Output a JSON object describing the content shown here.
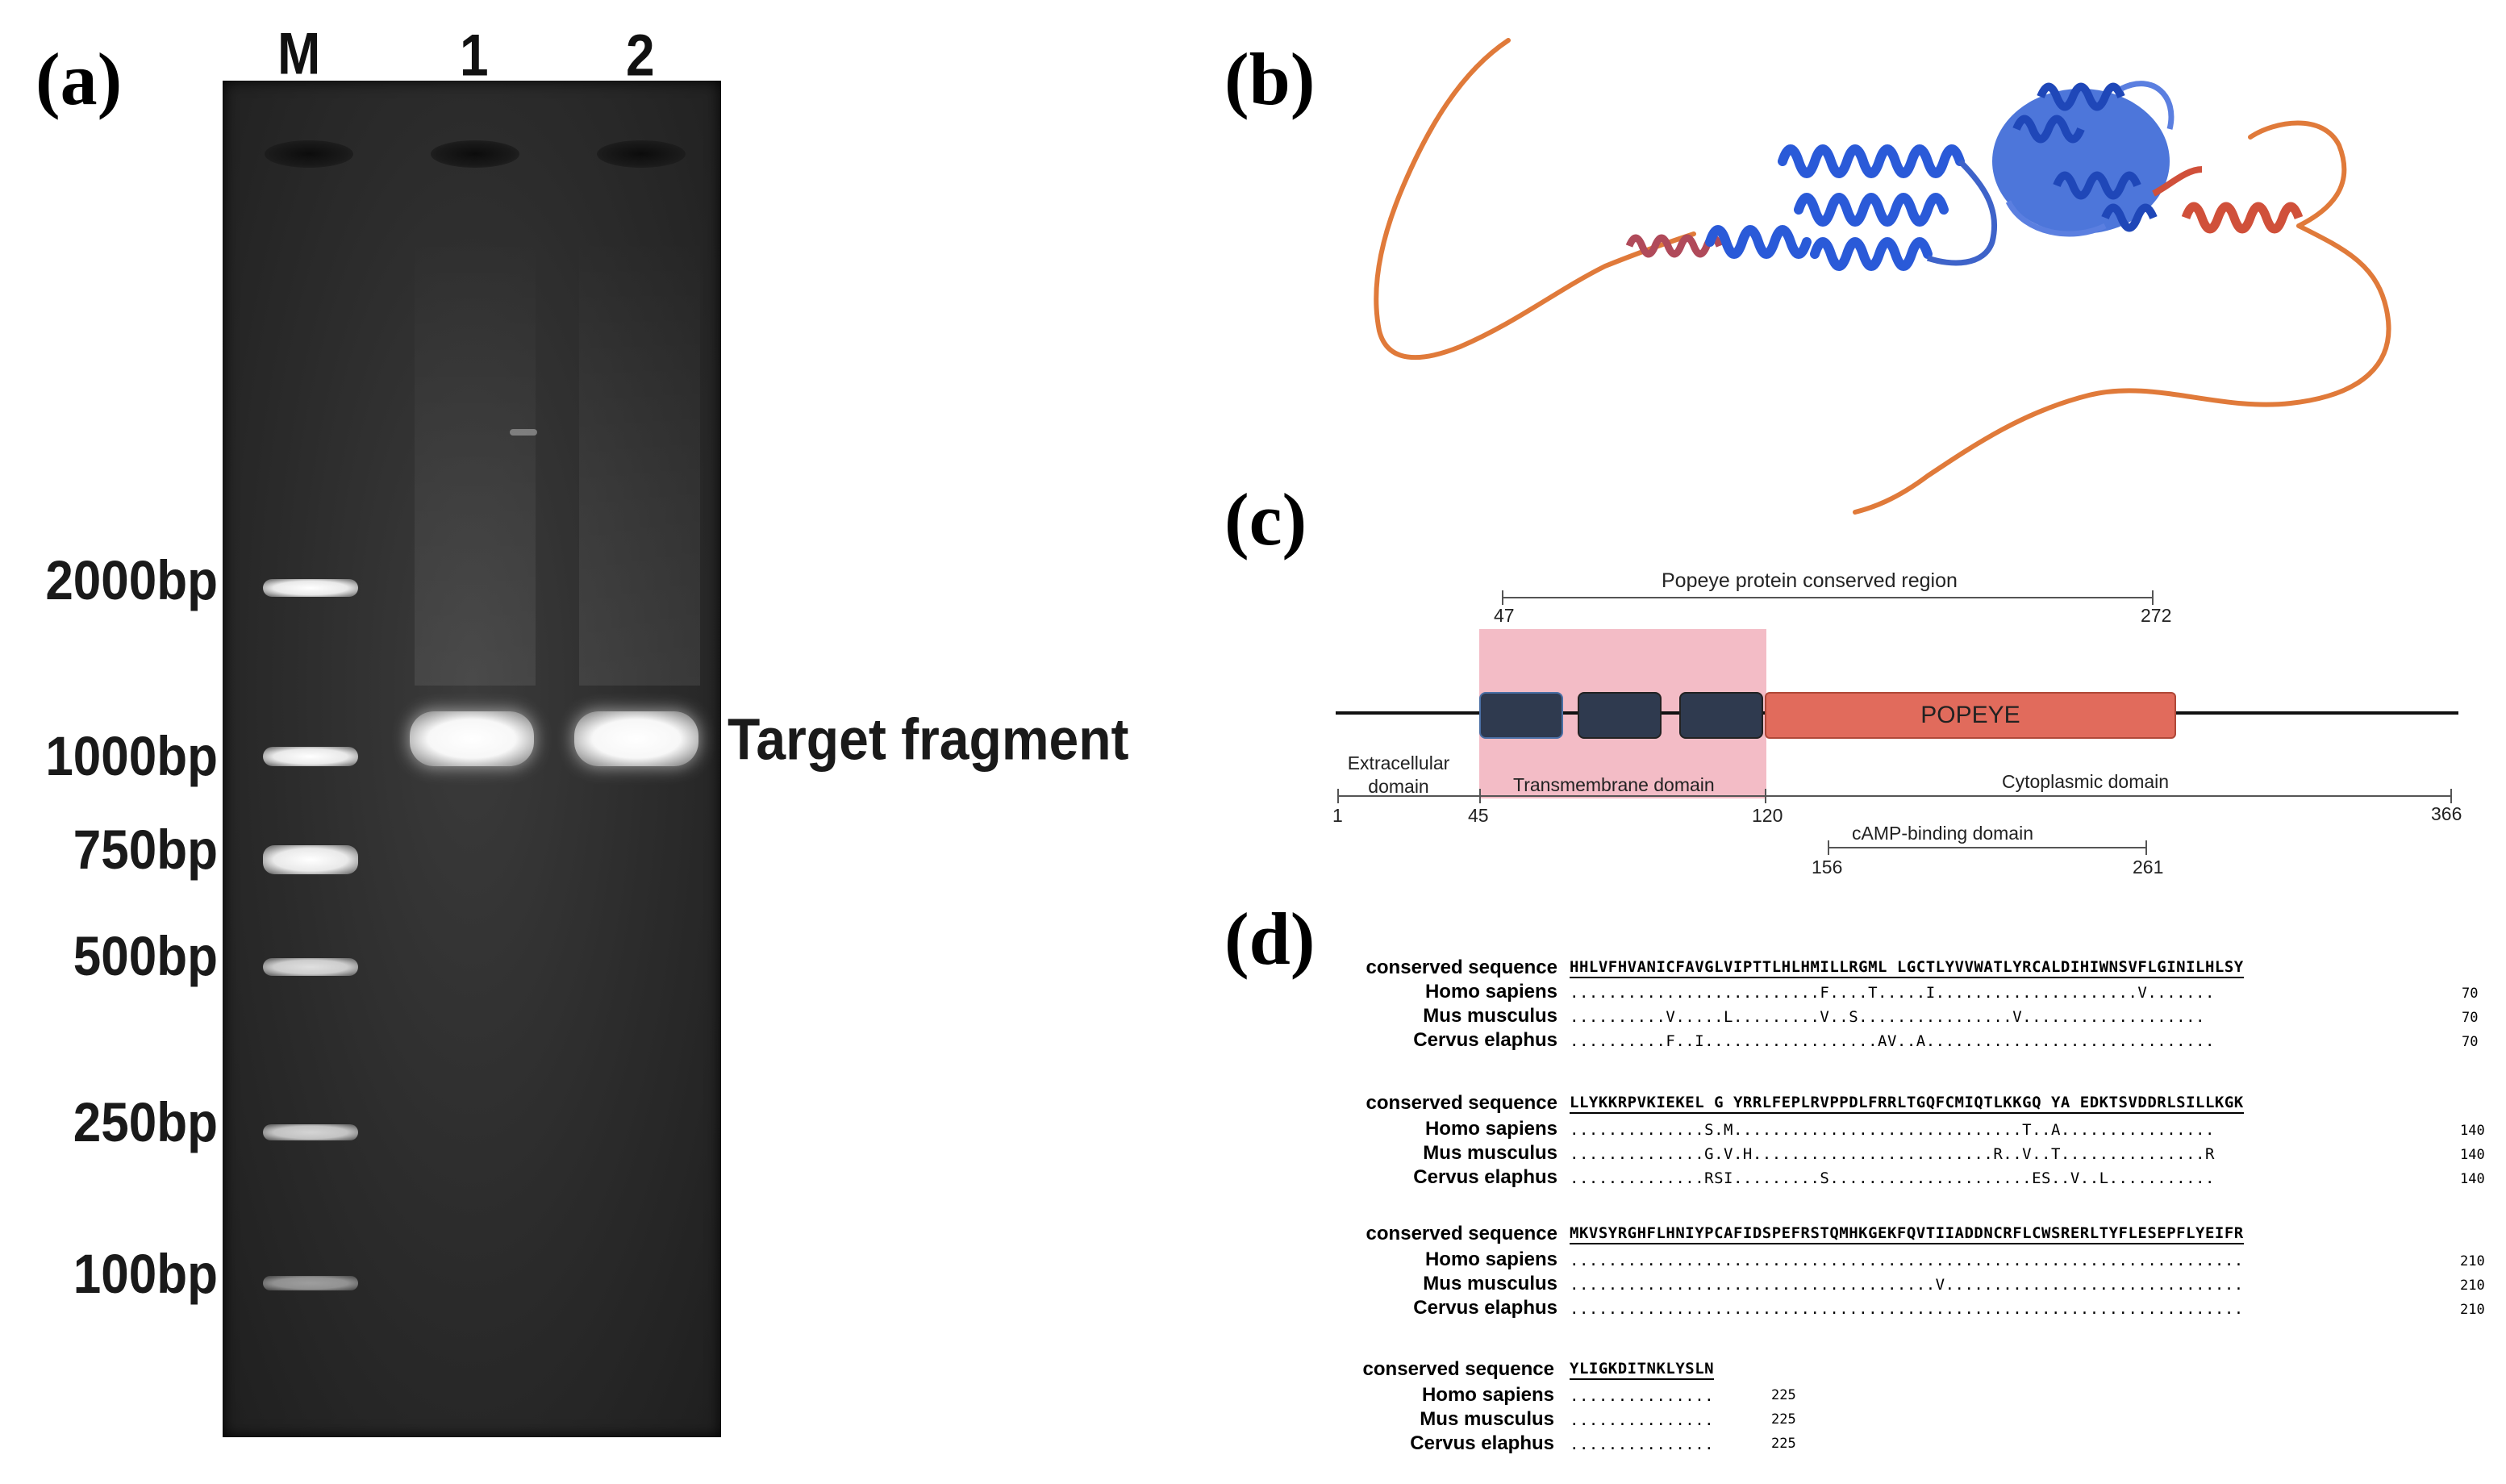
{
  "panels": {
    "a": "(a)",
    "b": "(b)",
    "c": "(c)",
    "d": "(d)"
  },
  "gel": {
    "lanes": [
      "M",
      "1",
      "2"
    ],
    "ladder": [
      "2000bp",
      "1000bp",
      "750bp",
      "500bp",
      "250bp",
      "100bp"
    ],
    "target_label": "Target fragment"
  },
  "domains": {
    "conserved_region_label": "Popeye protein conserved region",
    "conserved_start": "47",
    "conserved_end": "272",
    "domain_name": "POPEYE",
    "extracellular_label": "Extracellular domain",
    "extracellular_line1": "Extracellular",
    "extracellular_line2": "domain",
    "transmembrane_label": "Transmembrane domain",
    "cytoplasmic_label": "Cytoplasmic domain",
    "positions": [
      "1",
      "45",
      "120",
      "366"
    ],
    "camp_label": "cAMP-binding domain",
    "camp_start": "156",
    "camp_end": "261",
    "colors": {
      "transmembrane_bg": "#f3bcc6",
      "popeye_fill": "#e16b5c",
      "helix_fill": "#2f3a4f"
    }
  },
  "alignment": {
    "blocks": [
      {
        "rows": [
          {
            "name": "conserved sequence",
            "seq": "HHLVFHVANICFAVGLVIPTTLHLHMILLRGML LGCTLYVVWATLYRCALDIHIWNSVFLGINILHLSY",
            "num": ""
          },
          {
            "name": "Homo sapiens",
            "seq": "..........................F....T.....I.....................V.......",
            "num": "70"
          },
          {
            "name": "Mus musculus",
            "seq": "..........V.....L.........V..S................V...................",
            "num": "70"
          },
          {
            "name": "Cervus elaphus",
            "seq": "..........F..I..................AV..A..............................",
            "num": "70"
          }
        ]
      },
      {
        "rows": [
          {
            "name": "conserved sequence",
            "seq": "LLYKKRPVKIEKEL G YRRLFEPLRVPPDLFRRLTGQFCMIQTLKKGQ YA EDKTSVDDRLSILLKGK",
            "num": ""
          },
          {
            "name": "Homo sapiens",
            "seq": "..............S.M..............................T..A................",
            "num": "140"
          },
          {
            "name": "Mus musculus",
            "seq": "..............G.V.H.........................R..V..T...............R",
            "num": "140"
          },
          {
            "name": "Cervus elaphus",
            "seq": "..............RSI.........S.....................ES..V..L...........",
            "num": "140"
          }
        ]
      },
      {
        "rows": [
          {
            "name": "conserved sequence",
            "seq": "MKVSYRGHFLHNIYPCAFIDSPEFRSTQMHKGEKFQVTIIADDNCRFLCWSRERLTYFLESEPFLYEIFR",
            "num": ""
          },
          {
            "name": "Homo sapiens",
            "seq": "......................................................................",
            "num": "210"
          },
          {
            "name": "Mus musculus",
            "seq": "......................................V...............................",
            "num": "210"
          },
          {
            "name": "Cervus elaphus",
            "seq": "......................................................................",
            "num": "210"
          }
        ]
      },
      {
        "rows": [
          {
            "name": "conserved sequence",
            "seq": "YLIGKDITNKLYSLN",
            "num": ""
          },
          {
            "name": "Homo sapiens",
            "seq": "...............",
            "num": "225"
          },
          {
            "name": "Mus musculus",
            "seq": "...............",
            "num": "225"
          },
          {
            "name": "Cervus elaphus",
            "seq": "...............",
            "num": "225"
          }
        ]
      }
    ]
  }
}
